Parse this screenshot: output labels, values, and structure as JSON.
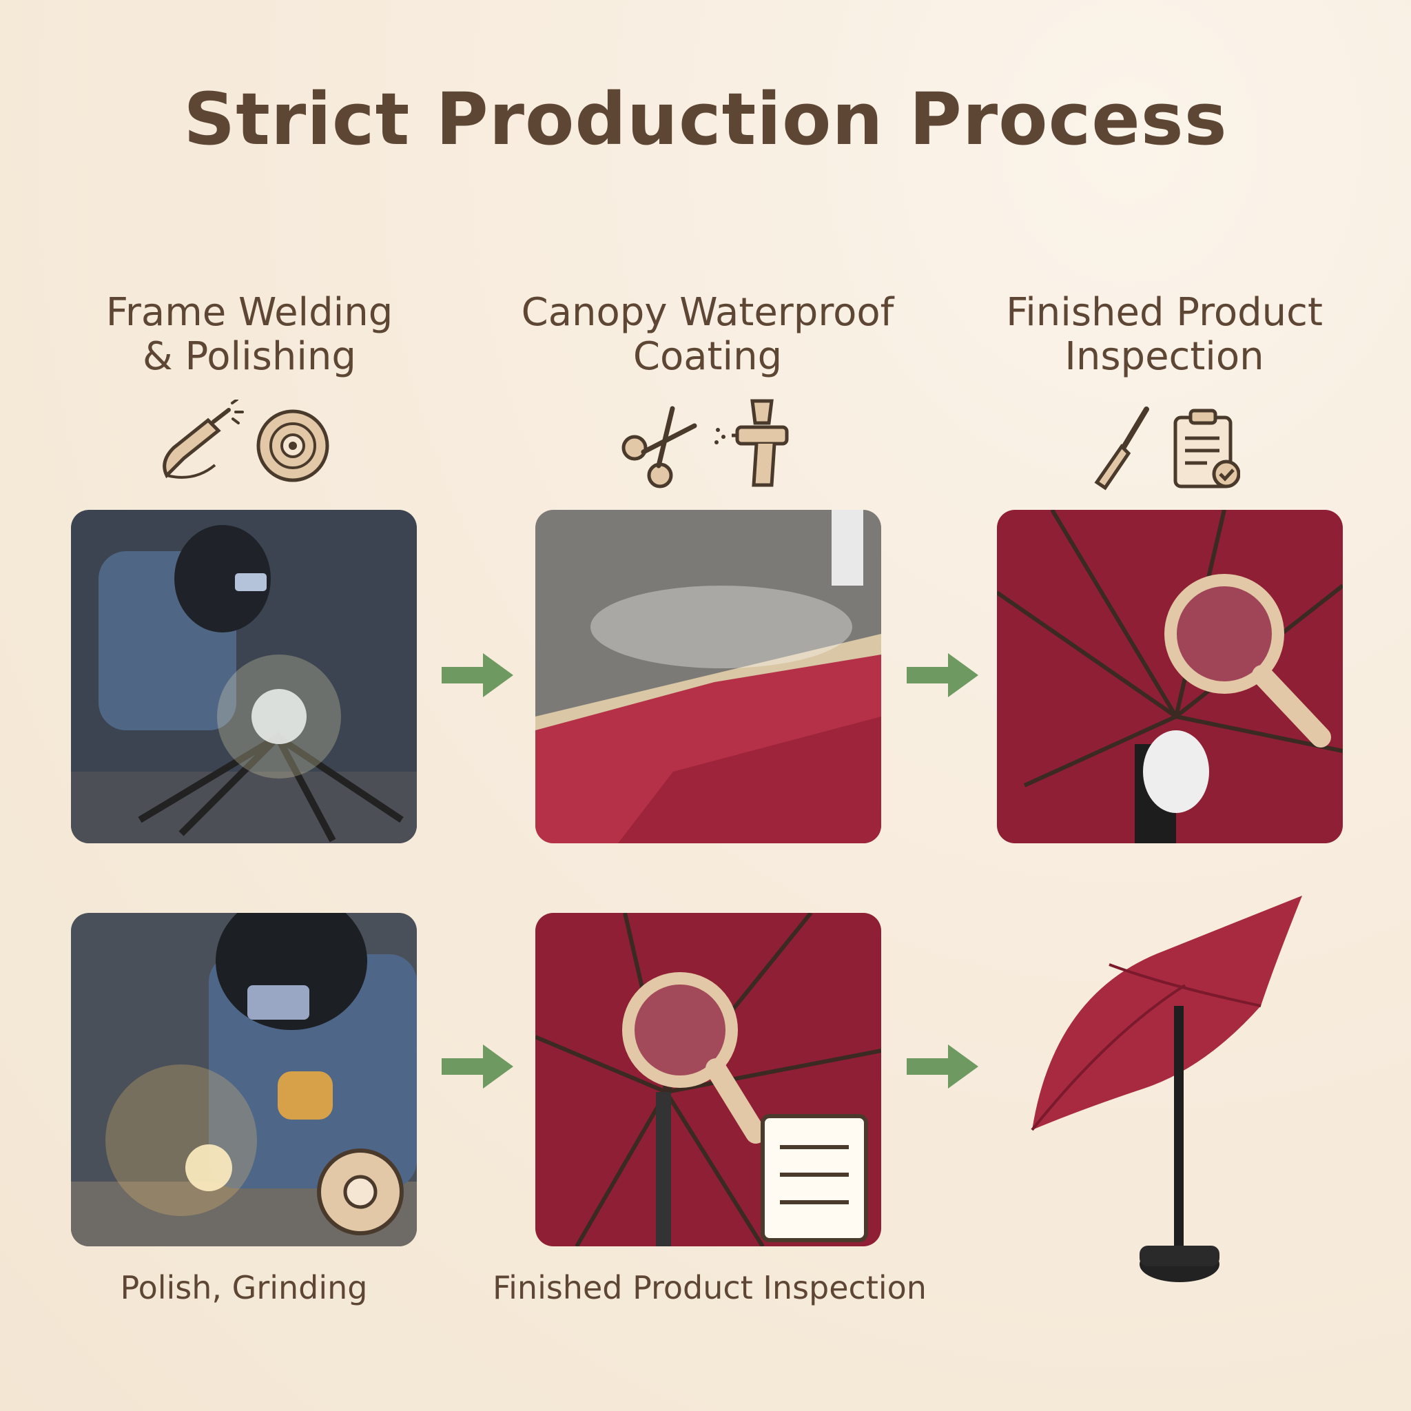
{
  "title": "Strict Production Process",
  "columns": [
    {
      "heading_line1": "Frame Welding",
      "heading_line2": "& Polishing",
      "icons": [
        "welding-torch-icon",
        "grinding-disc-icon"
      ]
    },
    {
      "heading_line1": "Canopy Waterproof",
      "heading_line2": "Coating",
      "icons": [
        "scissors-icon",
        "spray-gun-icon"
      ]
    },
    {
      "heading_line1": "Finished Product",
      "heading_line2": "Inspection",
      "icons": [
        "screwdriver-icon",
        "checklist-clipboard-icon"
      ]
    }
  ],
  "captions": {
    "bottom_left": "Polish, Grinding",
    "bottom_middle": "Finished Product Inspection"
  },
  "colors": {
    "background": "#f7ecdd",
    "text": "#5e4634",
    "arrow": "#6e9a62",
    "canopy": "#8f1f34",
    "icon_fill": "#e2c8a6"
  }
}
